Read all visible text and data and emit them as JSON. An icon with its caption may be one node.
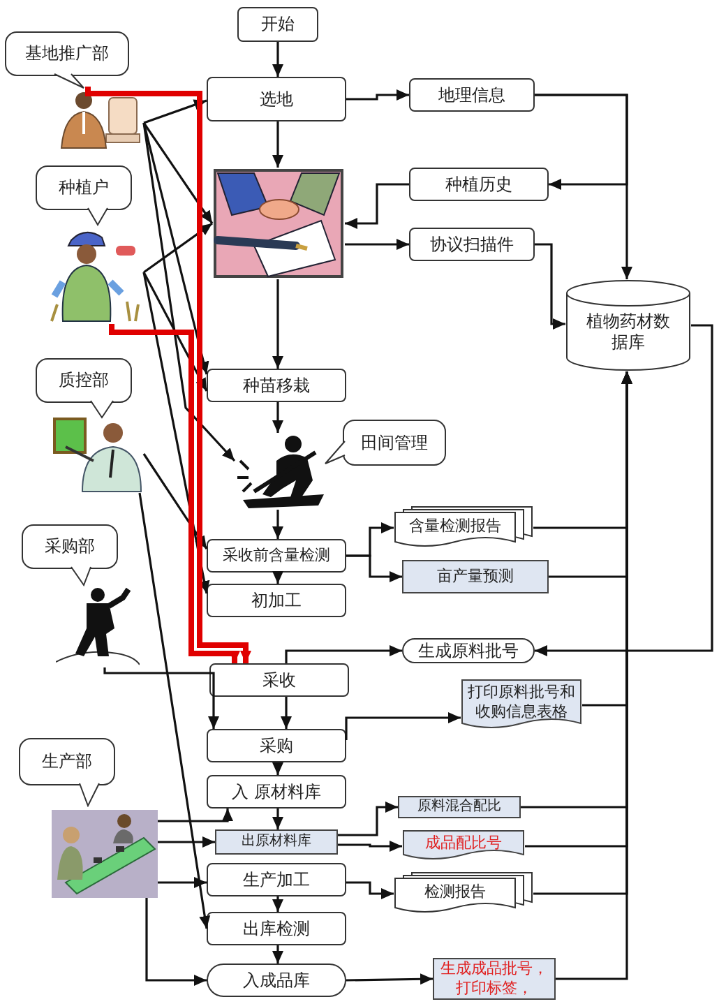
{
  "diagram": {
    "nodes": [
      {
        "text": [
          "开始"
        ]
      },
      {
        "text": [
          "基地推广部"
        ]
      },
      {
        "text": [
          "选地"
        ]
      },
      {
        "text": [
          "地理信息"
        ]
      },
      {
        "text": [],
        "shape": "picture"
      },
      {
        "text": [],
        "shape": "picture"
      },
      {
        "text": [
          "种植户"
        ]
      },
      {
        "text": [
          "种植历史"
        ]
      },
      {
        "text": [
          "协议扫描件"
        ]
      },
      {
        "text": [],
        "shape": "picture"
      },
      {
        "text": [
          "植物药材数据库"
        ]
      },
      {
        "text": [
          "种苗移栽"
        ]
      },
      {
        "text": [
          "质控部"
        ]
      },
      {
        "text": [
          "田间管理"
        ]
      },
      {
        "text": [],
        "shape": "picture"
      },
      {
        "text": [],
        "shape": "picture"
      },
      {
        "text": [
          "采收前含量检测"
        ]
      },
      {
        "text": [
          "含量检测报告"
        ]
      },
      {
        "text": [
          "亩产量预测"
        ]
      },
      {
        "text": [
          "初加工"
        ]
      },
      {
        "text": [
          "采购部"
        ]
      },
      {
        "text": [],
        "shape": "picture"
      },
      {
        "text": [
          "生成原料批号"
        ]
      },
      {
        "text": [
          "采收"
        ]
      },
      {
        "text": [
          "打印原料批号和收购信息表格"
        ]
      },
      {
        "text": [
          "采购"
        ]
      },
      {
        "text": [
          "生产部"
        ]
      },
      {
        "text": [
          "入 原材料库"
        ]
      },
      {
        "text": [
          "原料混合配比"
        ]
      },
      {
        "text": [
          "出原材料库"
        ]
      },
      {
        "text": [
          "成品配比号"
        ]
      },
      {
        "text": [],
        "shape": "picture"
      },
      {
        "text": [
          "生产加工"
        ]
      },
      {
        "text": [
          "检测报告"
        ]
      },
      {
        "text": [
          "出库检测"
        ]
      },
      {
        "text": [
          "入成品库"
        ]
      },
      {
        "text": [
          "生成成品批号，打印标签，"
        ]
      }
    ],
    "edges": [
      {
        "from": 0,
        "to": 2,
        "arrow": "to"
      },
      {
        "from": 2,
        "to": 3,
        "arrow": "to"
      },
      {
        "from": 2,
        "to": 5,
        "arrow": "to"
      },
      {
        "from": 3,
        "to": 10,
        "arrow": "to"
      },
      {
        "from": 3,
        "to": 7,
        "arrow": "to"
      },
      {
        "from": 7,
        "to": 5,
        "arrow": "to"
      },
      {
        "from": 5,
        "to": 8,
        "arrow": "to"
      },
      {
        "from": 8,
        "to": 10,
        "arrow": "to"
      },
      {
        "from": 5,
        "to": 11,
        "arrow": "to"
      },
      {
        "from": 11,
        "to": 14,
        "arrow": "to"
      },
      {
        "from": 14,
        "to": 16,
        "arrow": "to"
      },
      {
        "from": 16,
        "to": 17,
        "arrow": "to"
      },
      {
        "from": 16,
        "to": 18,
        "arrow": "to"
      },
      {
        "from": 16,
        "to": 19,
        "arrow": "to"
      },
      {
        "from": 17,
        "to": 10,
        "arrow": "to"
      },
      {
        "from": 18,
        "to": 10,
        "arrow": "to"
      },
      {
        "from": 10,
        "to": 22,
        "arrow": "to"
      },
      {
        "from": 23,
        "to": 22,
        "arrow": "to"
      },
      {
        "from": 23,
        "to": 25,
        "arrow": "to"
      },
      {
        "from": 21,
        "to": 25,
        "arrow": "to"
      },
      {
        "from": 25,
        "to": 24,
        "arrow": "to"
      },
      {
        "from": 24,
        "to": 10,
        "arrow": "to"
      },
      {
        "from": 25,
        "to": 27,
        "arrow": "to"
      },
      {
        "from": 27,
        "to": 29,
        "arrow": "to"
      },
      {
        "from": 29,
        "to": 28,
        "arrow": "to"
      },
      {
        "from": 29,
        "to": 30,
        "arrow": "to"
      },
      {
        "from": 28,
        "to": 10,
        "arrow": "to"
      },
      {
        "from": 30,
        "to": 10,
        "arrow": "to"
      },
      {
        "from": 32,
        "to": 33,
        "arrow": "to"
      },
      {
        "from": 33,
        "to": 10,
        "arrow": "to"
      },
      {
        "from": 32,
        "to": 34,
        "arrow": "to"
      },
      {
        "from": 34,
        "to": 35,
        "arrow": "to"
      },
      {
        "from": 35,
        "to": 36,
        "arrow": "to"
      },
      {
        "from": 36,
        "to": 10,
        "arrow": "to"
      },
      {
        "from": 31,
        "to": 27,
        "arrow": "to"
      },
      {
        "from": 31,
        "to": 29,
        "arrow": "to"
      },
      {
        "from": 31,
        "to": 32,
        "arrow": "to"
      },
      {
        "from": 31,
        "to": 35,
        "arrow": "to"
      },
      {
        "from": 4,
        "to": 2,
        "arrow": "to"
      },
      {
        "from": 4,
        "to": 5,
        "arrow": "to"
      },
      {
        "from": 4,
        "to": 11,
        "arrow": "to"
      },
      {
        "from": 4,
        "to": 14,
        "arrow": "to"
      },
      {
        "from": 9,
        "to": 5,
        "arrow": "to"
      },
      {
        "from": 9,
        "to": 11,
        "arrow": "to"
      },
      {
        "from": 9,
        "to": 19,
        "arrow": "to"
      },
      {
        "from": 15,
        "to": 16,
        "arrow": "to"
      },
      {
        "from": 15,
        "to": 34,
        "arrow": "to"
      },
      {
        "from": 4,
        "to": 23,
        "arrow": "to",
        "style": "thick",
        "color": "#e00000"
      },
      {
        "from": 9,
        "to": 23,
        "arrow": "to",
        "style": "thick",
        "color": "#e00000"
      }
    ]
  }
}
